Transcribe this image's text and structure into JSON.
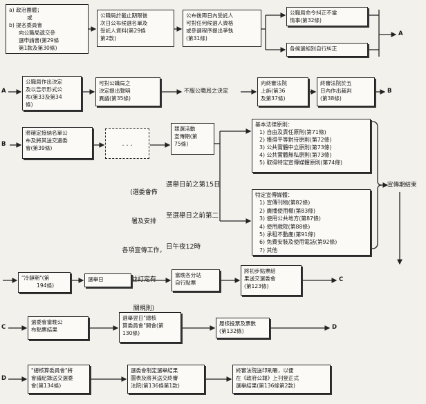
{
  "row1": {
    "option_a": "a)  政治團體；",
    "or_text": "或",
    "option_b": [
      "b)  提名委員會",
      "向公職局遞交參",
      "選申請書(第29條",
      "第1款及第30條)"
    ],
    "publish_list": [
      "公職局於截止期限後",
      "次日公布候選名單及",
      "受託人資料(第29條",
      "第2款)"
    ],
    "objection": [
      "公布後兩日內受託人",
      "可對任何候選人資格",
      "或參選程序提出爭執",
      "(第31條)"
    ],
    "correct_order": [
      "公職局命令糾正不當",
      "情事(第32條)"
    ],
    "self_correct": "各候選組別自行糾正",
    "connector_a": "A"
  },
  "row2": {
    "connector_a": "A",
    "decision": [
      "公職局作出決定",
      "及以告示形式公",
      "布(第33及第34",
      "條)"
    ],
    "appeal": [
      "可對公職局之",
      "決定提出聲明",
      "異議(第35條)"
    ],
    "not_accept": "不服公職局之決定",
    "court_appeal": [
      "向終審法院",
      "上訴(第36",
      "及第37條)"
    ],
    "final_ruling": [
      "終審法院於五",
      "日內作出裁判",
      "(第38條)"
    ],
    "connector_b": "B"
  },
  "row3": {
    "connector_b": "B",
    "send_list": [
      "將確定接納名單公",
      "布及將其送交選委",
      "會(第39條)"
    ],
    "dots": ". . .",
    "committee_note": [
      "(選委會佈",
      "署及安排",
      "各項宣傳工作，",
      "並訂定有",
      "關規則)"
    ],
    "campaign_period": [
      "競選活動",
      "宣傳期(第",
      "75條)"
    ],
    "campaign_time": [
      "選舉日前之第15日",
      "至選舉日之前第二",
      "日午夜12時"
    ],
    "principles_title": "基本法律原則：",
    "principles": [
      "1)  自由及責任原則(第71條)",
      "2)  獲得平等對待原則(第72條)",
      "3)  公共實體中立原則(第73條)",
      "4)  公共實體無私原則(第73條)",
      "5)  取得特定宣傳媒體原則(第74條)"
    ],
    "media_title": "特定宣傳媒體：",
    "media": [
      "1)  宣傳刊物(第82條)",
      "2)  廣播使用權(第83條)",
      "3)  使用公共地方(第87條)",
      "4)  使用戲院(第88條)",
      "5)  承租不動產(第91條)",
      "6)  免費安裝及使用電話(第92條)",
      "7)  其他"
    ],
    "campaign_end": "宣傳期結束"
  },
  "row4": {
    "cooling": [
      "\"冷靜期\"(第",
      "194條)"
    ],
    "election_day": "選舉日",
    "count": [
      "當晚各分站",
      "自行點票"
    ],
    "send_result": [
      "將初步點票結",
      "果送交選委會",
      "(第123條)"
    ],
    "connector_c": "C"
  },
  "row5": {
    "connector_c": "C",
    "committee_tally": [
      "選委會當晚公",
      "布點票結果"
    ],
    "general_meeting": [
      "選舉翌日\"總核",
      "算委員會\"開會(第",
      "130條)"
    ],
    "recheck": [
      "履核投票及票數",
      "(第132條)"
    ],
    "connector_d": "D"
  },
  "row6": {
    "connector_d": "D",
    "report": [
      "\"總核算委員會\"將",
      "會議紀錄送交選委",
      "會(第134條)"
    ],
    "result_map": [
      "選委會制定選舉結果",
      "圖表及將其送交終審",
      "法院(第136條第1款)"
    ],
    "publish_final": [
      "終審法院送印刷署，以便",
      "在《政府公報》上刊登正式",
      "選舉結果(第136條第2款)"
    ]
  }
}
